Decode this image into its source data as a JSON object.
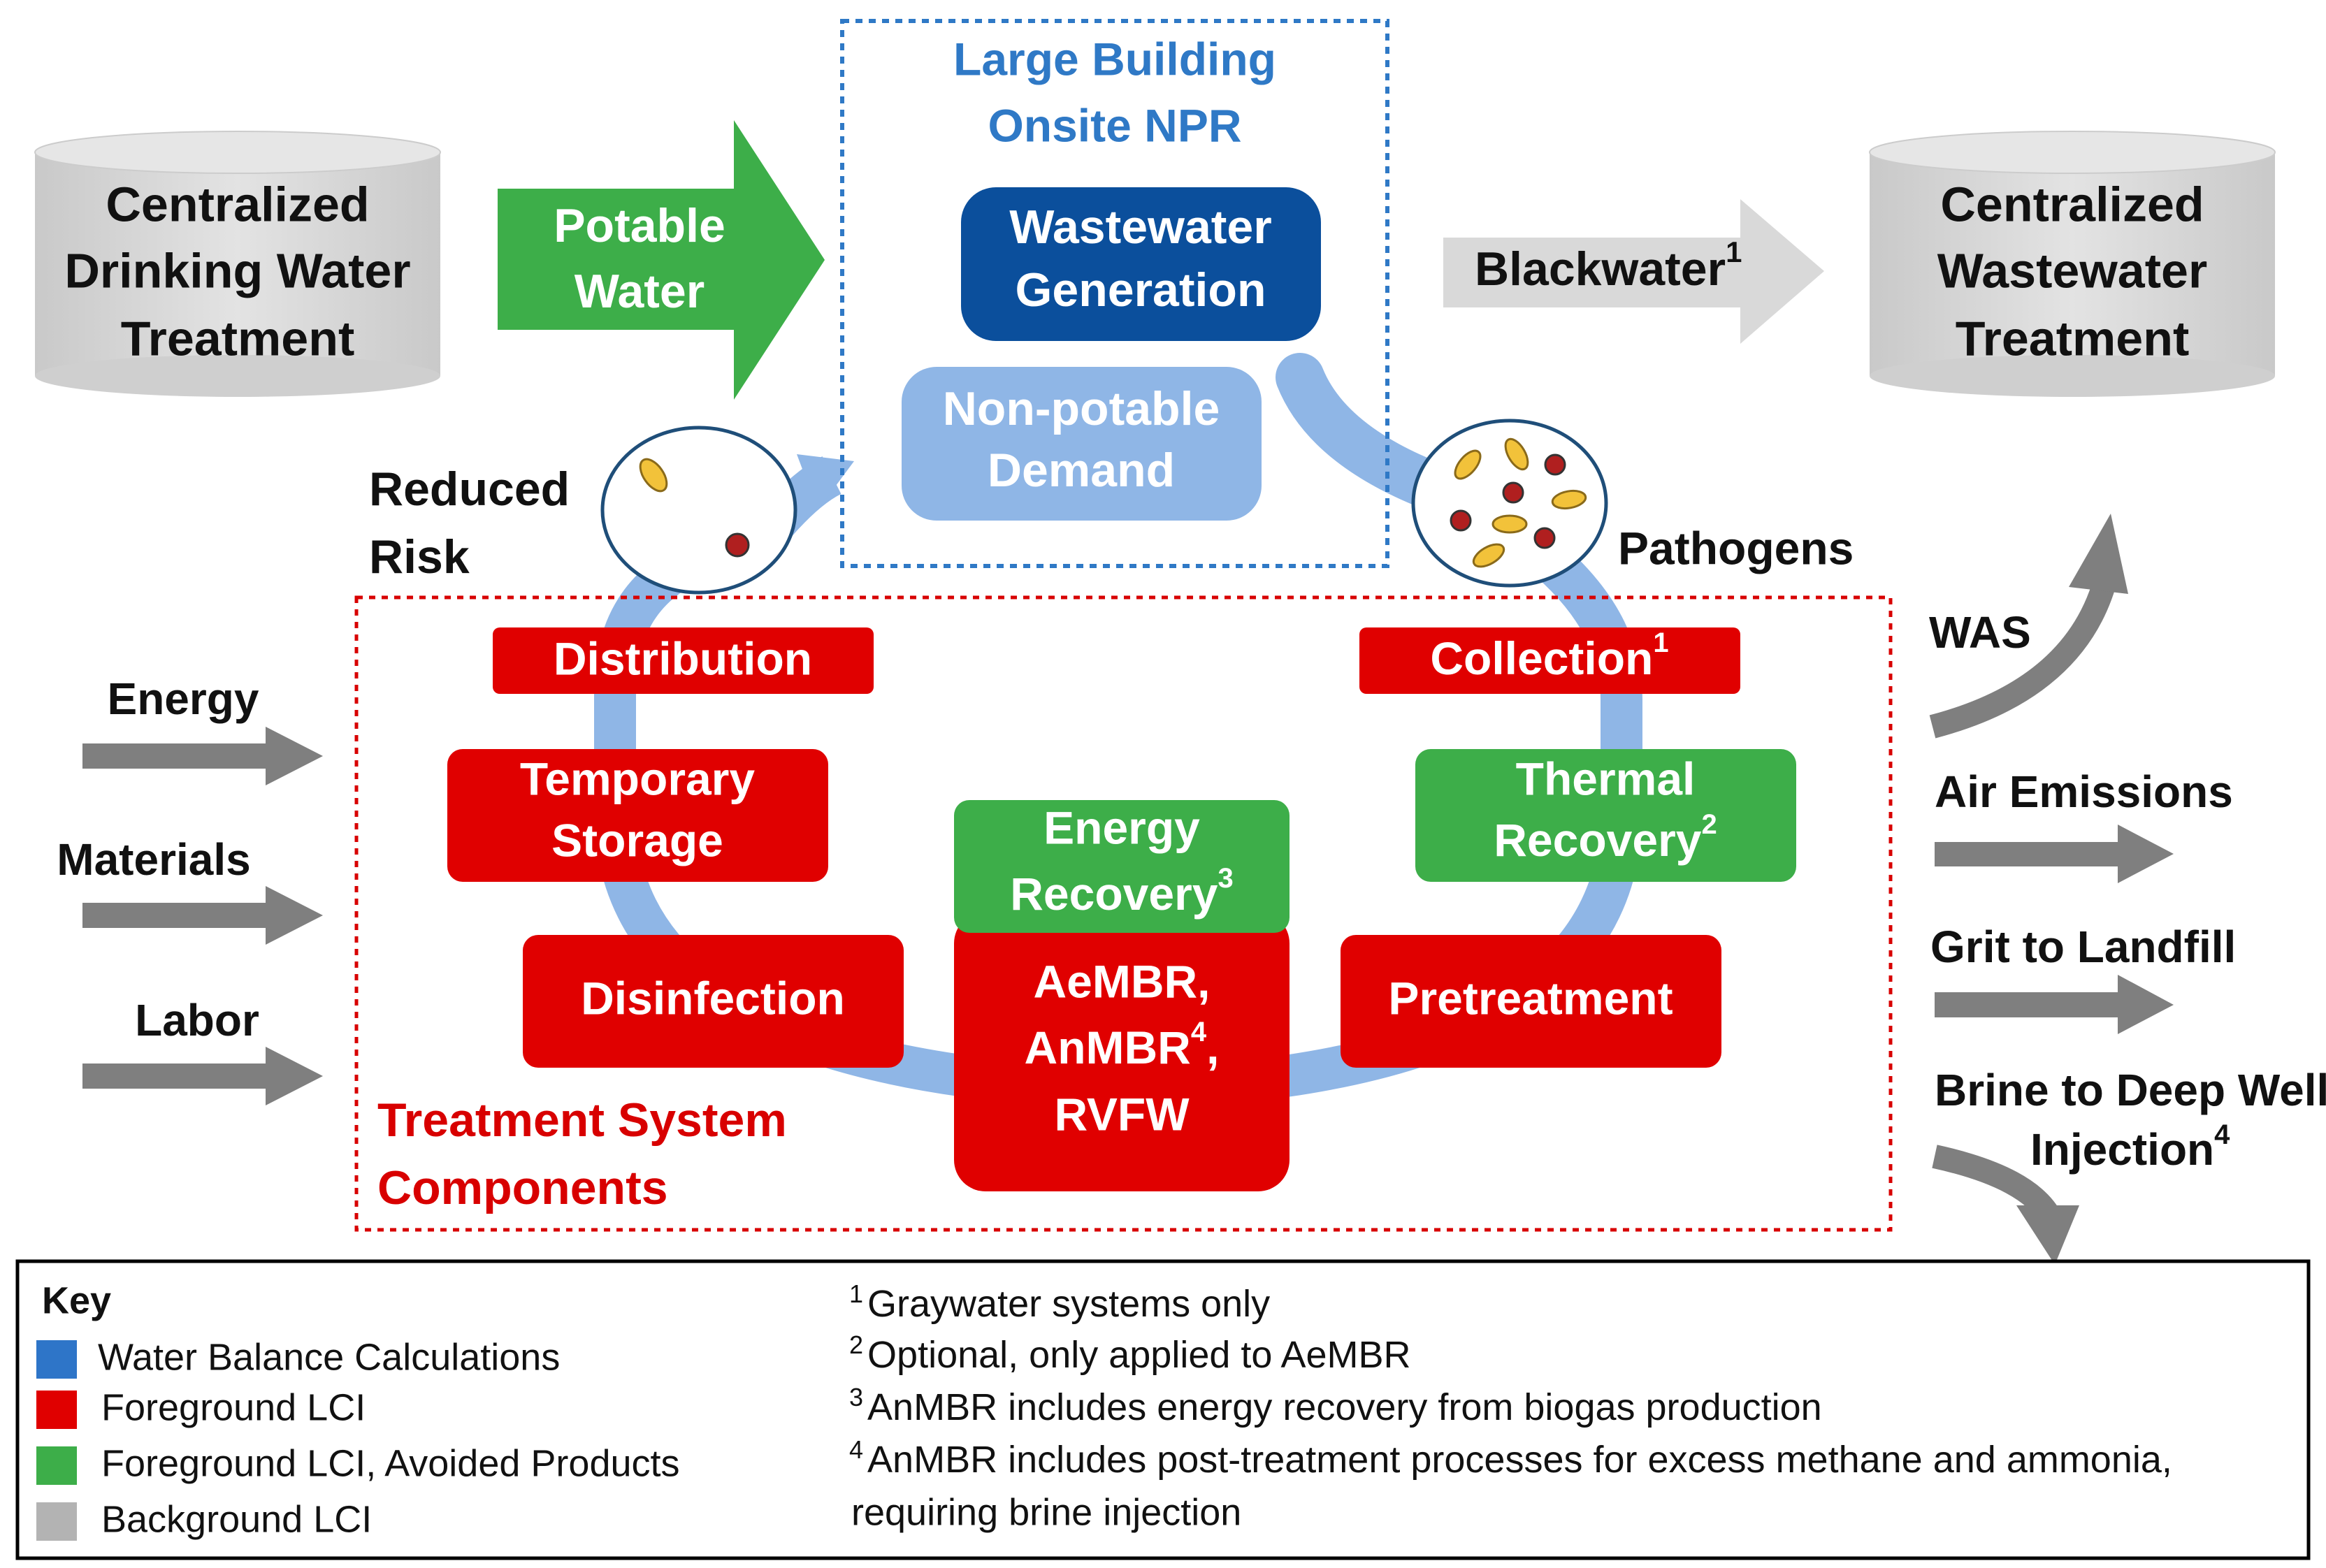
{
  "colors": {
    "blue_dark": "#0b4f9c",
    "blue_light": "#8fb6e6",
    "blue_title": "#2f79c6",
    "red": "#e00000",
    "green": "#3dae49",
    "gray": "#d9d9d9",
    "gray_arrow": "#7f7f7f",
    "red_text": "#d80000"
  },
  "sources": {
    "drinking": [
      "Centralized",
      "Drinking Water",
      "Treatment"
    ],
    "wastewater": [
      "Centralized",
      "Wastewater",
      "Treatment"
    ]
  },
  "potable_water": [
    "Potable",
    "Water"
  ],
  "blackwater": {
    "label": "Blackwater",
    "sup": "1"
  },
  "npr": {
    "title": [
      "Large Building",
      "Onsite NPR"
    ],
    "wastewater_generation": [
      "Wastewater",
      "Generation"
    ],
    "nonpotable_demand": [
      "Non-potable",
      "Demand"
    ]
  },
  "reduced_risk": [
    "Reduced",
    "Risk"
  ],
  "pathogens": "Pathogens",
  "components": {
    "distribution": "Distribution",
    "collection": {
      "label": "Collection",
      "sup": "1"
    },
    "temporary_storage": [
      "Temporary",
      "Storage"
    ],
    "thermal_recovery": {
      "line1": "Thermal",
      "line2": "Recovery",
      "sup": "2"
    },
    "energy_recovery": {
      "line1": "Energy",
      "line2": "Recovery",
      "sup": "3"
    },
    "disinfection": "Disinfection",
    "pretreatment": "Pretreatment",
    "membrane": {
      "line1": "AeMBR,",
      "line2a": "AnMBR",
      "sup": "4",
      "line2b": ",",
      "line3": "RVFW"
    },
    "title": [
      "Treatment System",
      "Components"
    ]
  },
  "inputs": [
    "Energy",
    "Materials",
    "Labor"
  ],
  "outputs": {
    "was": "WAS",
    "air": "Air Emissions",
    "grit": "Grit to Landfill",
    "brine": {
      "line1": "Brine to Deep Well",
      "line2": "Injection",
      "sup": "4"
    }
  },
  "key": {
    "title": "Key",
    "items": [
      {
        "label": "Water Balance Calculations",
        "color": "#2e75c8"
      },
      {
        "label": "Foreground LCI",
        "color": "#e00000"
      },
      {
        "label": "Foreground LCI, Avoided Products",
        "color": "#3dae49"
      },
      {
        "label": "Background LCI",
        "color": "#b3b3b3"
      }
    ],
    "notes": [
      {
        "sup": "1",
        "text": "Graywater systems only"
      },
      {
        "sup": "2",
        "text": "Optional, only applied to AeMBR"
      },
      {
        "sup": "3",
        "text": "AnMBR includes energy recovery from biogas production"
      },
      {
        "sup": "4",
        "text": "AnMBR includes post-treatment processes for excess methane and ammonia,"
      }
    ],
    "note_continuation": "requiring brine injection"
  }
}
